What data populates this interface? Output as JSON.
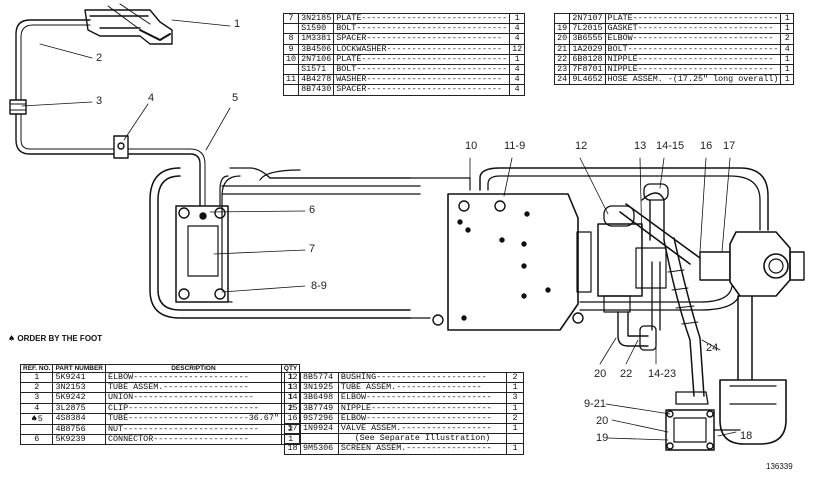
{
  "callouts": [
    {
      "id": "c1",
      "text": "1"
    },
    {
      "id": "c2",
      "text": "2"
    },
    {
      "id": "c3",
      "text": "3"
    },
    {
      "id": "c4",
      "text": "4"
    },
    {
      "id": "c5",
      "text": "5"
    },
    {
      "id": "c6",
      "text": "6"
    },
    {
      "id": "c7",
      "text": "7"
    },
    {
      "id": "c8",
      "text": "8-9"
    },
    {
      "id": "c10",
      "text": "10"
    },
    {
      "id": "c11",
      "text": "11-9"
    },
    {
      "id": "c12",
      "text": "12"
    },
    {
      "id": "c13",
      "text": "13"
    },
    {
      "id": "c14",
      "text": "14-15"
    },
    {
      "id": "c16",
      "text": "16"
    },
    {
      "id": "c17",
      "text": "17"
    },
    {
      "id": "c24",
      "text": "24"
    },
    {
      "id": "c20a",
      "text": "20"
    },
    {
      "id": "c22",
      "text": "22"
    },
    {
      "id": "c1423",
      "text": "14-23"
    },
    {
      "id": "c921",
      "text": "9-21"
    },
    {
      "id": "c20b",
      "text": "20"
    },
    {
      "id": "c19",
      "text": "19"
    },
    {
      "id": "c18",
      "text": "18"
    }
  ],
  "note": "ORDER BY THE FOOT",
  "note_symbol": "♠",
  "image_number": "136339",
  "table_top_middle": [
    {
      "ref": "7",
      "part": "3N2185",
      "desc": "PLATE-----------------------------",
      "qty": "1"
    },
    {
      "ref": "",
      "part": "S1590",
      "desc": "BOLT------------------------------",
      "qty": "4"
    },
    {
      "ref": "8",
      "part": "1M3381",
      "desc": "SPACER---------------------------",
      "qty": "4"
    },
    {
      "ref": "9",
      "part": "3B4506",
      "desc": "LOCKWASHER-----------------------",
      "qty": "12"
    },
    {
      "ref": "10",
      "part": "2N7106",
      "desc": "PLATE-----------------------------",
      "qty": "1"
    },
    {
      "ref": "",
      "part": "S1571",
      "desc": "BOLT------------------------------",
      "qty": "4"
    },
    {
      "ref": "11",
      "part": "4B4278",
      "desc": "WASHER---------------------------",
      "qty": "4"
    },
    {
      "ref": "",
      "part": "8B7430",
      "desc": "SPACER---------------------------",
      "qty": "4"
    }
  ],
  "table_top_right": [
    {
      "ref": "",
      "part": "2N7107",
      "desc": "PLATE-----------------------------",
      "qty": "1"
    },
    {
      "ref": "19",
      "part": "7L2015",
      "desc": "GASKET---------------------------",
      "qty": "1"
    },
    {
      "ref": "20",
      "part": "3B6555",
      "desc": "ELBOW----------------------------",
      "qty": "2"
    },
    {
      "ref": "21",
      "part": "1A2029",
      "desc": "BOLT------------------------------",
      "qty": "4"
    },
    {
      "ref": "22",
      "part": "6B8128",
      "desc": "NIPPLE---------------------------",
      "qty": "1"
    },
    {
      "ref": "23",
      "part": "7F8701",
      "desc": "NIPPLE---------------------------",
      "qty": "1"
    },
    {
      "ref": "24",
      "part": "9L4652",
      "desc": "HOSE ASSEM. -(17.25\" long overall)",
      "qty": "1"
    }
  ],
  "table_bottom_left": {
    "headers": {
      "ref": "REF. NO.",
      "part": "PART NUMBER",
      "desc": "DESCRIPTION",
      "qty": "QTY"
    },
    "rows": [
      {
        "mark": "",
        "ref": "1",
        "part": "5K9241",
        "desc": "ELBOW-----------------------",
        "qty": "1"
      },
      {
        "mark": "",
        "ref": "2",
        "part": "3N2153",
        "desc": "TUBE ASSEM.-----------------",
        "qty": "1"
      },
      {
        "mark": "",
        "ref": "3",
        "part": "5K9242",
        "desc": "UNION------------------------",
        "qty": "1"
      },
      {
        "mark": "",
        "ref": "4",
        "part": "3L2875",
        "desc": "CLIP--------------------------",
        "qty": "2"
      },
      {
        "mark": "♠",
        "ref": "5",
        "part": "4S8384",
        "desc": "TUBE------------------------36.67\"",
        "qty": ""
      },
      {
        "mark": "",
        "ref": "",
        "part": "4B8756",
        "desc": "NUT---------------------------",
        "qty": "2"
      },
      {
        "mark": "",
        "ref": "6",
        "part": "5K9239",
        "desc": "CONNECTOR-------------------",
        "qty": "1"
      }
    ]
  },
  "table_bottom_middle": [
    {
      "ref": "12",
      "part": "8B5774",
      "desc": "BUSHING----------------------",
      "qty": "2"
    },
    {
      "ref": "13",
      "part": "3N1925",
      "desc": "TUBE ASSEM.-----------------",
      "qty": "1"
    },
    {
      "ref": "14",
      "part": "3B6498",
      "desc": "ELBOW-------------------------",
      "qty": "3"
    },
    {
      "ref": "15",
      "part": "3B7749",
      "desc": "NIPPLE------------------------",
      "qty": "1"
    },
    {
      "ref": "16",
      "part": "9S7296",
      "desc": "ELBOW-------------------------",
      "qty": "2"
    },
    {
      "ref": "17",
      "part": "1N9924",
      "desc": "VALVE ASSEM.------------------",
      "qty": "1"
    },
    {
      "ref": "",
      "part": "",
      "desc": "(See Separate Illustration)",
      "qty": ""
    },
    {
      "ref": "18",
      "part": "9M5306",
      "desc": "SCREEN ASSEM.-----------------",
      "qty": "1"
    }
  ]
}
